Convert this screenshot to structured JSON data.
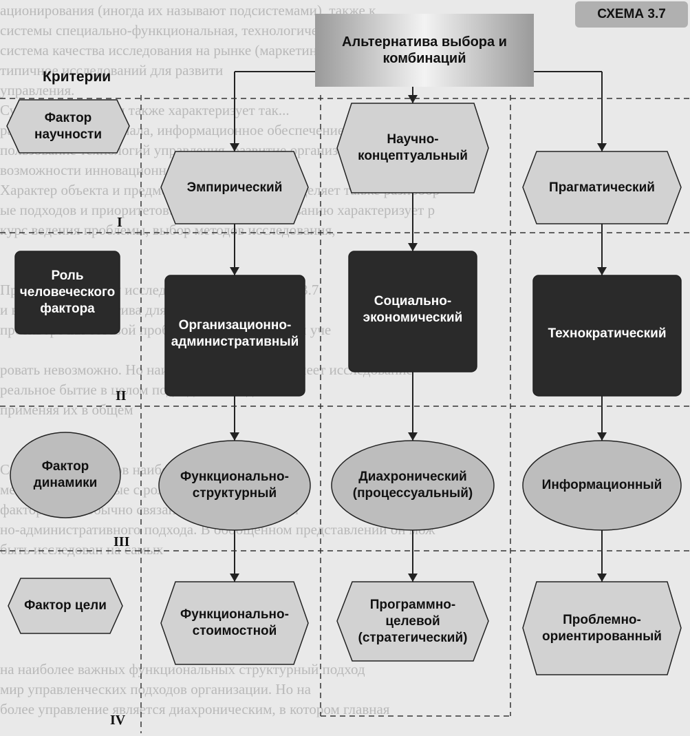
{
  "badge": "СХЕМА 3.7",
  "criteria_title": "Критерии",
  "root": "Альтернатива выбора и комбинаций",
  "levels": [
    {
      "numeral": "I",
      "factor": "Фактор научности",
      "style": "hexagon",
      "approaches": [
        "Эмпирический",
        "Научно-концептуальный",
        "Прагматический"
      ]
    },
    {
      "numeral": "II",
      "factor": "Роль человеческого фактора",
      "style": "dark-box",
      "approaches": [
        "Организационно-административный",
        "Социально-экономический",
        "Технократический"
      ]
    },
    {
      "numeral": "III",
      "factor": "Фактор динамики",
      "style": "ellipse",
      "approaches": [
        "Функционально-структурный",
        "Диахронический (процессуальный)",
        "Информационный"
      ]
    },
    {
      "numeral": "IV",
      "factor": "Фактор цели",
      "style": "hexagon",
      "approaches": [
        "Функционально-стоимостной",
        "Программно-целевой (стратегический)",
        "Проблемно-ориентированный"
      ]
    }
  ],
  "background_text": [
    "ационирования (иногда их называют подсистемами), также к",
    "системы специально-функциональная, технологическая",
    "система качества исследования на рынке (маркетинг). Все у",
    "типичное исследований для развити",
    "управления.",
    "Субъект управления также характеризует так...",
    "рактеристики персонала, информационное обеспечение, полезные",
    "пользование технологий управления, развитие организации ус",
    "возможности инновационного",
    "Характер объекта и предмета исследования определяет также разнообр",
    "ые подходов и приоритетов. Подходы к исследованию характеризует р",
    "курс ведения проблемы, выбор методов исследования,",
    "",
    "",
    "При этом в систему исследования входит (схема 3.7",
    "и вообще альтернатива для исследования в иссл",
    "противоречия сетевой проблемы концептуальный уче",
    "",
    "ровать невозможно. Но наибольшую ценность имеет исследование",
    "реальное бытие в целом подходов исследования",
    "применяя их в общем",
    "",
    "",
    "Среди всех подходов наиболее значимые",
    "менты, сопряженные с ролью человеческого",
    "фактора. Они обычно связаны с концептуальной",
    "но-административного подхода. В обобщенном представлении он мож",
    "быть исследован на самых",
    "",
    "",
    "",
    "",
    "",
    "на наиболее важных функциональных структурный подход",
    "мир управленческих подходов организации. Но на",
    "более управление является диахроническим, в котором главная"
  ]
}
